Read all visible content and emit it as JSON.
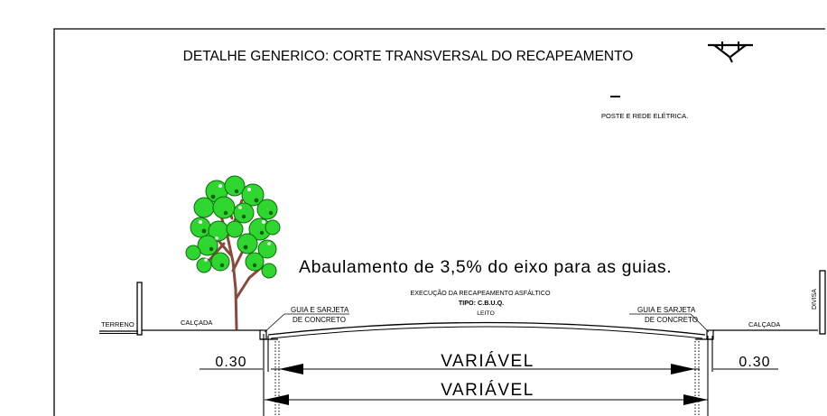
{
  "title": "DETALHE GENERICO: CORTE TRANSVERSAL DO RECAPEAMENTO",
  "pole_label": "POSTE E REDE ELÉTRICA.",
  "slope_note": "Abaulamento de 3,5% do eixo para as guias.",
  "execution": {
    "line1": "EXECUÇÃO DA RECAPEAMENTO ASFÁLTICO",
    "line2": "TIPO: C.B.U.Q."
  },
  "labels": {
    "terreno": "TERRENO",
    "calcada_left": "CALÇADA",
    "calcada_right": "CALÇADA",
    "guia_left_1": "GUIA E SARJETA",
    "guia_left_2": "DE CONCRETO",
    "guia_right_1": "GUIA E SARJETA",
    "guia_right_2": "DE CONCRETO",
    "leito": "LEITO",
    "divisa": "DIVISA"
  },
  "dimensions": {
    "left_offset": "0.30",
    "right_offset": "0.30",
    "inner_width": "VARIÁVEL",
    "outer_width": "VARIÁVEL"
  }
}
